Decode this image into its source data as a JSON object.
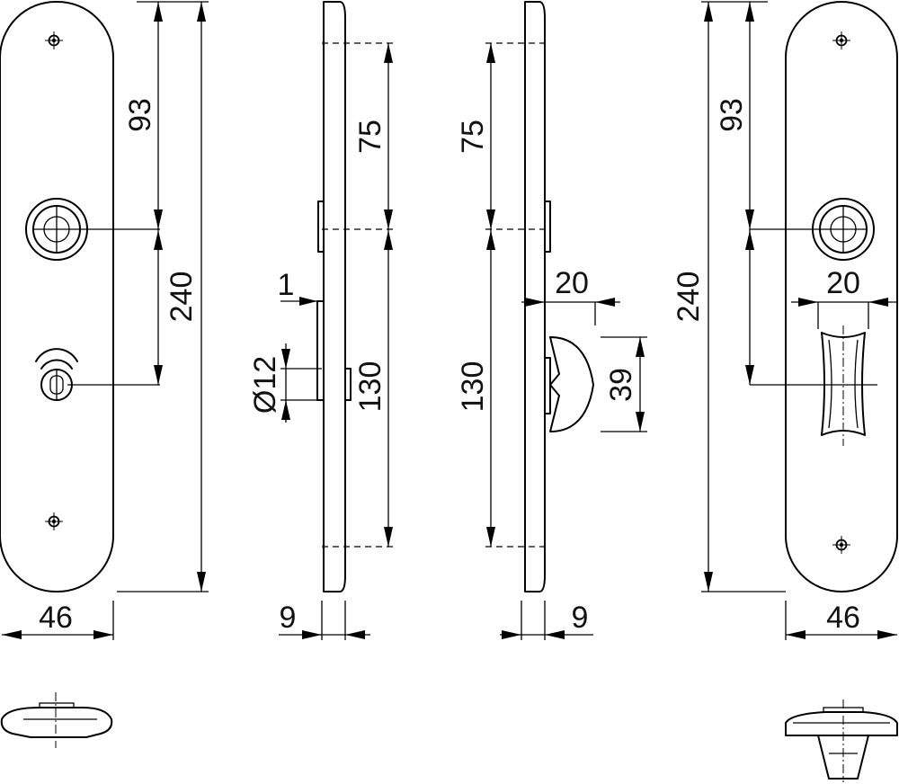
{
  "dimensions": {
    "front_left_93": "93",
    "front_left_240": "240",
    "front_left_46": "46",
    "side_left_75": "75",
    "side_left_130": "130",
    "side_left_1": "1",
    "side_left_d12": "Ø12",
    "side_left_9": "9",
    "side_right_75": "75",
    "side_right_130": "130",
    "side_right_20": "20",
    "side_right_39": "39",
    "side_right_9": "9",
    "front_right_93": "93",
    "front_right_240": "240",
    "front_right_20": "20",
    "front_right_46": "46"
  },
  "icons": {
    "screw_hole": "screw-hole-icon",
    "handle_bore": "handle-bore-icon",
    "privacy_lock": "privacy-lock-icon",
    "turn_knob": "turn-knob-icon"
  },
  "colors": {
    "line": "#000000",
    "background": "#ffffff"
  }
}
